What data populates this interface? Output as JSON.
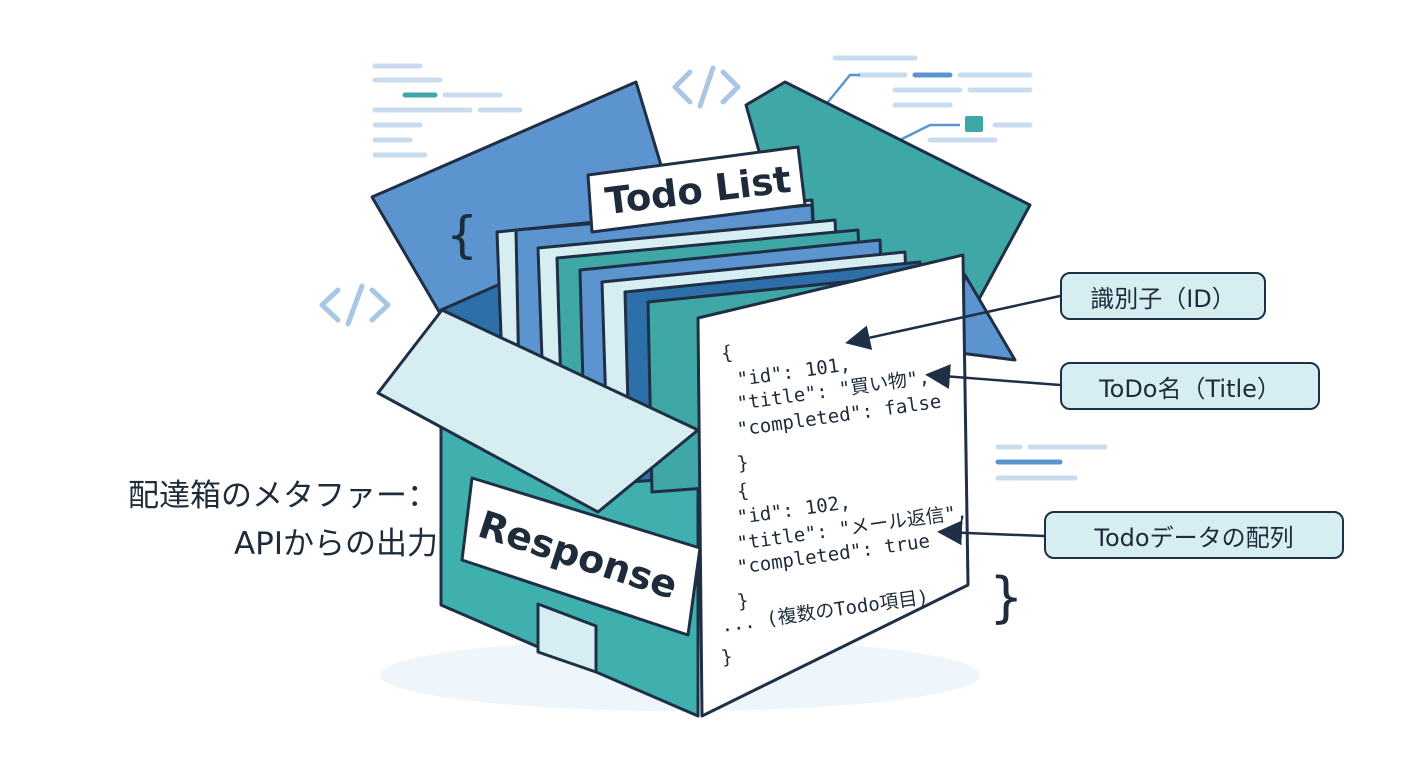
{
  "box": {
    "folder_tab_label": "Todo List",
    "front_label": "Response"
  },
  "json_sheet": {
    "lines": [
      "{",
      "  \"id\": 101,",
      "  \"title\": \"買い物\",",
      "  \"completed\": false",
      "}",
      "{",
      "  \"id\": 102,",
      "  \"title\": \"メール返信\",",
      "  \"completed\": true",
      "}",
      "... (複数のTodo項目)",
      "}"
    ]
  },
  "caption": {
    "line1": "配達箱のメタファー：",
    "line2": "APIからの出力"
  },
  "callouts": {
    "id": "識別子（ID）",
    "title": "ToDo名（Title）",
    "array": "Todoデータの配列"
  },
  "decorations": {
    "left_brace": "{",
    "right_brace": "}",
    "code_tag": "</>"
  },
  "colors": {
    "outline": "#1f2f45",
    "blue_flap": "#5b94cf",
    "teal_flap": "#3fa8a6",
    "box_front": "#3fb0ad",
    "box_left": "#4aa6c0",
    "pale": "#d6eef2"
  }
}
